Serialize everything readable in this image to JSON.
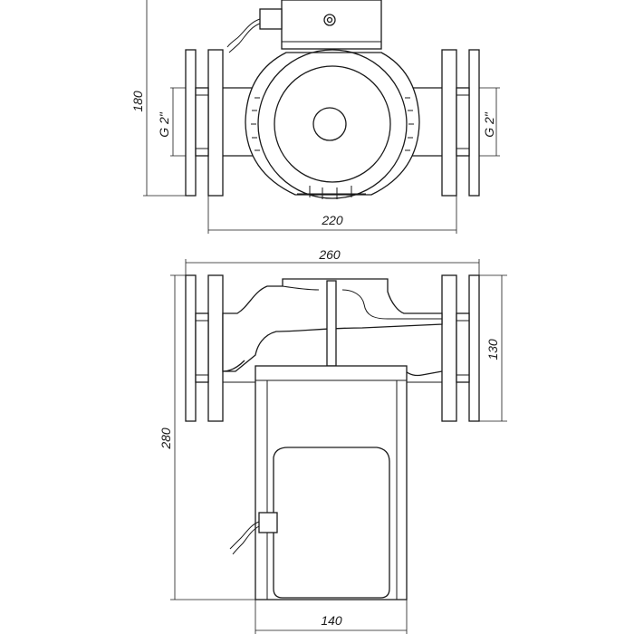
{
  "dimensions": {
    "top_height": "180",
    "top_width": "220",
    "thread_left": "G 2\"",
    "thread_right": "G 2\"",
    "bottom_overall_width": "260",
    "bottom_flange_height": "130",
    "bottom_total_height": "280",
    "bottom_motor_width": "140"
  }
}
